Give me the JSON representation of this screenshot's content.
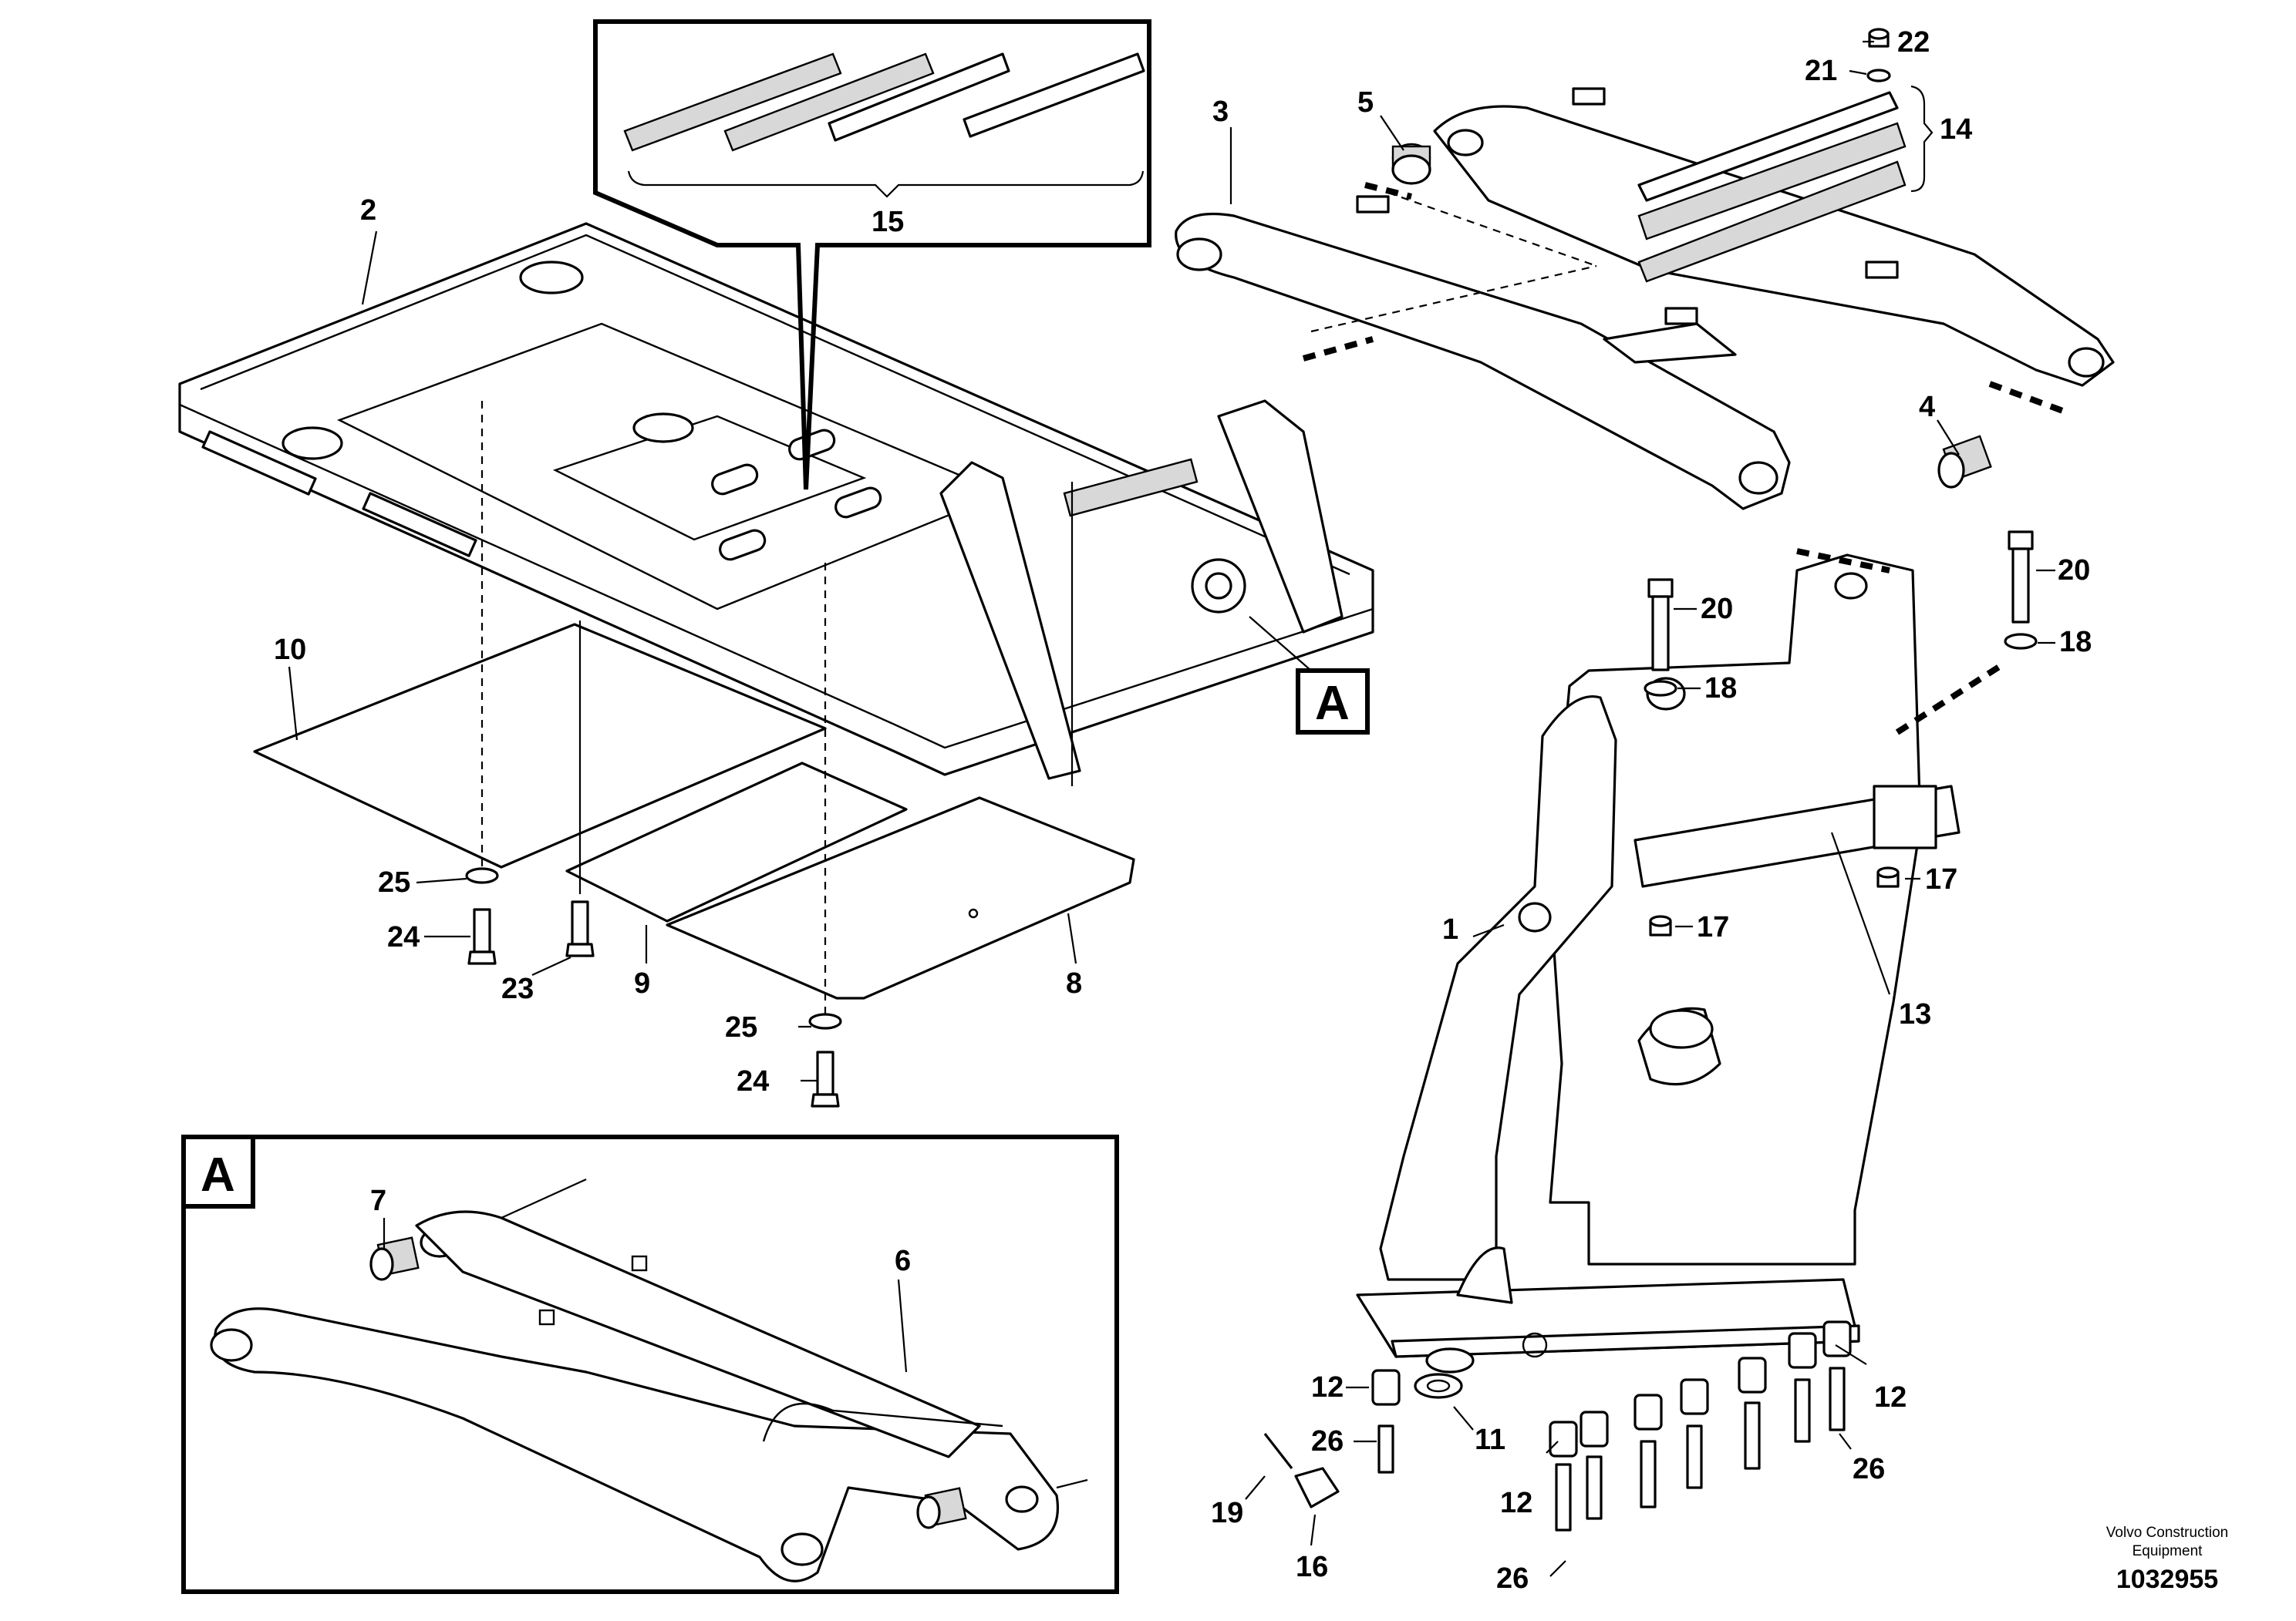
{
  "callouts": [
    "1",
    "2",
    "3",
    "4",
    "5",
    "6",
    "7",
    "8",
    "9",
    "10",
    "11",
    "12",
    "12",
    "12",
    "13",
    "14",
    "15",
    "16",
    "17",
    "17",
    "18",
    "18",
    "19",
    "20",
    "20",
    "21",
    "22",
    "23",
    "24",
    "24",
    "25",
    "25",
    "26",
    "26",
    "26"
  ],
  "view_marker": "A",
  "detail_marker": "A",
  "credit": {
    "line1": "Volvo Construction",
    "line2": "Equipment",
    "drawing_number": "1032955"
  }
}
